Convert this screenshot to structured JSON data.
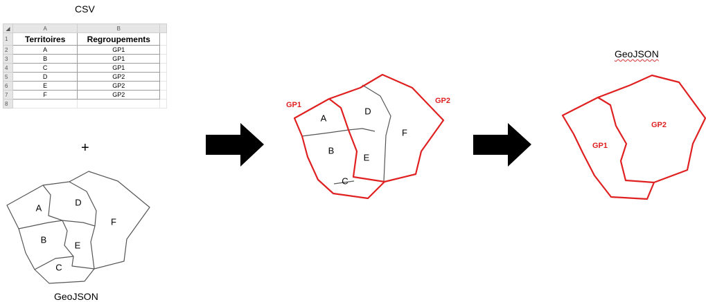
{
  "csv_section": {
    "title": "CSV",
    "column_letters": [
      "A",
      "B"
    ],
    "headers": [
      "Territoires",
      "Regroupements"
    ],
    "row_numbers": [
      "1",
      "2",
      "3",
      "4",
      "5",
      "6",
      "7",
      "8"
    ],
    "rows": [
      {
        "territoire": "A",
        "groupe": "GP1"
      },
      {
        "territoire": "B",
        "groupe": "GP1"
      },
      {
        "territoire": "C",
        "groupe": "GP1"
      },
      {
        "territoire": "D",
        "groupe": "GP2"
      },
      {
        "territoire": "E",
        "groupe": "GP2"
      },
      {
        "territoire": "F",
        "groupe": "GP2"
      }
    ]
  },
  "plus_sign": "+",
  "input_map": {
    "caption": "GeoJSON",
    "territories": [
      "A",
      "B",
      "C",
      "D",
      "E",
      "F"
    ]
  },
  "grouped_map": {
    "territories": [
      "A",
      "B",
      "C",
      "D",
      "E",
      "F"
    ],
    "group_labels": [
      "GP1",
      "GP2"
    ]
  },
  "output_map": {
    "caption": "GeoJSON",
    "group_labels": [
      "GP1",
      "GP2"
    ]
  },
  "colors": {
    "group_border": "#e02020",
    "territory_border": "#555555",
    "arrow": "#000000"
  }
}
